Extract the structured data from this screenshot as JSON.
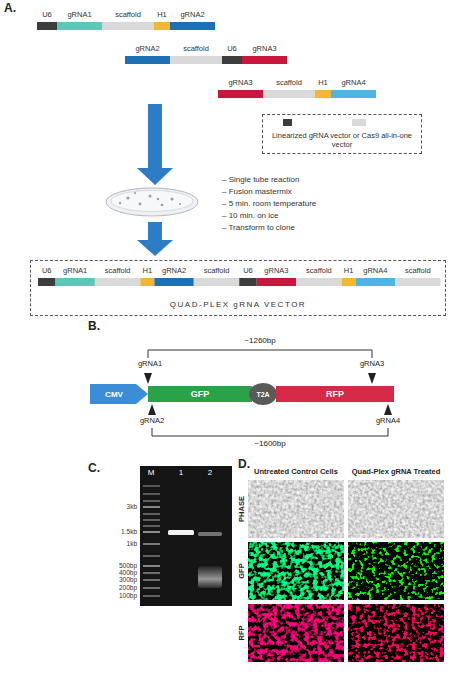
{
  "diagram": {
    "nodes": [
      {
        "text": [
          "Linearized gRNA vector or Cas9 all-in-one vector"
        ]
      },
      {
        "text": [
          "QUAD-PLEX gRNA VECTOR"
        ]
      },
      {
        "text": [
          "CMV"
        ]
      },
      {
        "text": [
          "GFP"
        ]
      },
      {
        "text": [
          "T2A"
        ]
      },
      {
        "text": [
          "RFP"
        ]
      }
    ],
    "labels": [
      "A.",
      "U6",
      "gRNA1",
      "scaffold",
      "H1",
      "gRNA2",
      "gRNA2",
      "scaffold",
      "U6",
      "gRNA3",
      "gRNA3",
      "scaffold",
      "H1",
      "gRNA4",
      "– Single tube reaction",
      "– Fusion mastermix",
      "– 5 min. room temperature",
      "– 10 min. on ice",
      "– Transform to clone",
      "U6",
      "gRNA1",
      "scaffold",
      "H1",
      "gRNA2",
      "scaffold",
      "U6",
      "gRNA3",
      "scaffold",
      "H1",
      "gRNA4",
      "scaffold",
      "B.",
      "~1260bp",
      "gRNA1",
      "gRNA3",
      "gRNA2",
      "gRNA4",
      "~1600bp",
      "C.",
      "M",
      "1",
      "2",
      "3kb",
      "1.5kb",
      "1kb",
      "500bp",
      "400bp",
      "300bp",
      "200bp",
      "100bp",
      "D.",
      "Untreated Control Cells",
      "Quad-Plex gRNA Treated",
      "PHASE",
      "GFP",
      "RFP"
    ]
  }
}
